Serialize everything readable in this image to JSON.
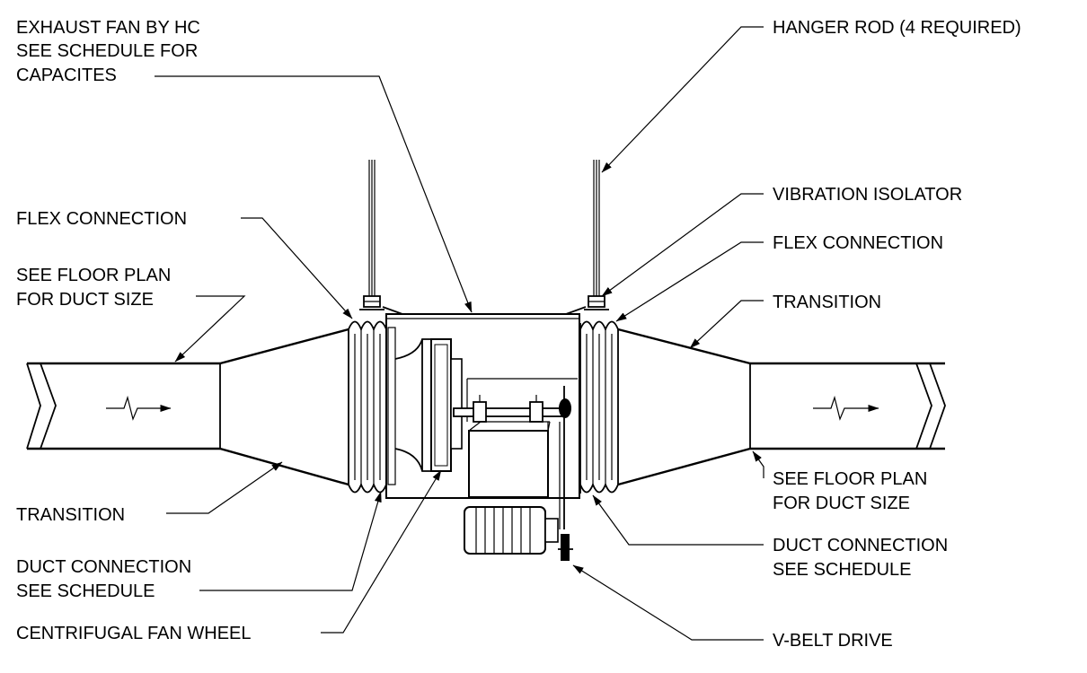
{
  "diagram": {
    "type": "mechanical-detail",
    "subject": "inline centrifugal exhaust fan"
  },
  "labels": {
    "exhaust_fan_1": "EXHAUST FAN BY HC",
    "exhaust_fan_2": "SEE SCHEDULE FOR",
    "exhaust_fan_3": "CAPACITES",
    "hanger_rod": "HANGER ROD (4 REQUIRED)",
    "flex_connection_left": "FLEX CONNECTION",
    "see_floor_plan_left_1": "SEE FLOOR PLAN",
    "see_floor_plan_left_2": "FOR DUCT SIZE",
    "vibration_isolator": "VIBRATION ISOLATOR",
    "flex_connection_right": "FLEX CONNECTION",
    "transition_right": "TRANSITION",
    "transition_left": "TRANSITION",
    "see_floor_plan_right_1": "SEE FLOOR PLAN",
    "see_floor_plan_right_2": "FOR DUCT SIZE",
    "duct_connection_left_1": "DUCT CONNECTION",
    "duct_connection_left_2": "SEE SCHEDULE",
    "duct_connection_right_1": "DUCT CONNECTION",
    "duct_connection_right_2": "SEE SCHEDULE",
    "centrifugal_fan_wheel": "CENTRIFUGAL FAN WHEEL",
    "v_belt_drive": "V-BELT DRIVE"
  }
}
